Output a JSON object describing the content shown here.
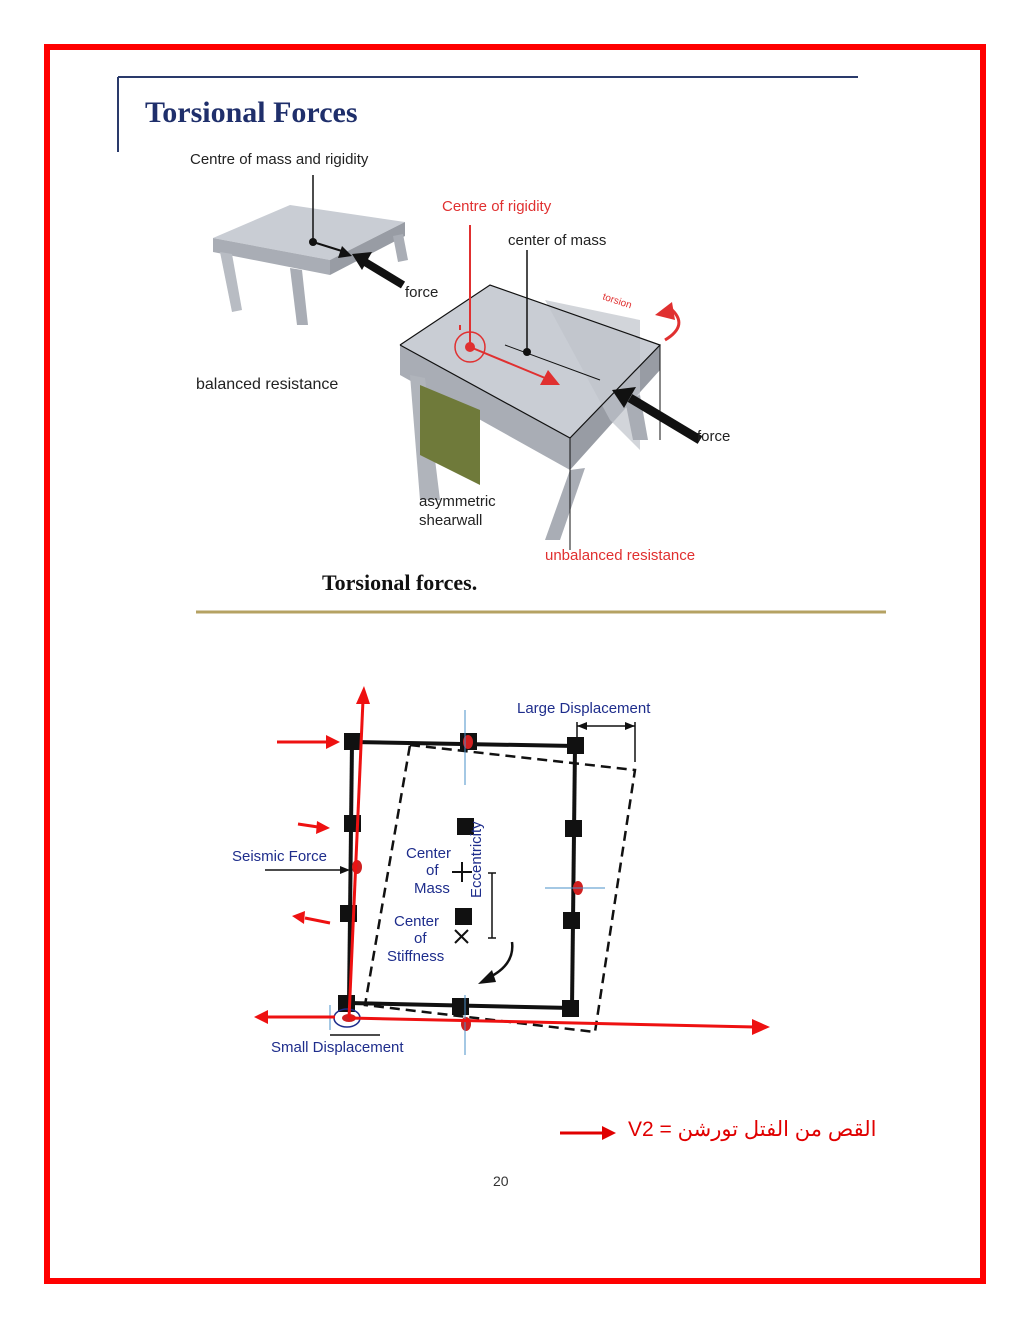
{
  "page": {
    "border_color": "#ff0000",
    "number": "20"
  },
  "slide": {
    "title": "Torsional Forces",
    "caption": "Torsional forces.",
    "labels": {
      "centre_mass_rigidity": "Centre of mass and  rigidity",
      "force_left": "force",
      "balanced": "balanced resistance",
      "centre_rigidity": "Centre of rigidity",
      "center_mass": "center of mass",
      "torsion": "torsion",
      "force_right": "force",
      "asymmetric": "asymmetric",
      "shearwall": "shearwall",
      "unbalanced": "unbalanced resistance"
    }
  },
  "diagram": {
    "large_displacement": "Large Displacement",
    "seismic_force": "Seismic Force",
    "center": "Center",
    "of": "of",
    "mass": "Mass",
    "center2": "Center",
    "of2": "of",
    "stiffness": "Stiffness",
    "eccentricity": "Eccentricity",
    "small_displacement": "Small Displacement"
  },
  "formula": {
    "text": "V2 = القص من الفتل  تورشن",
    "color": "#e00000"
  }
}
